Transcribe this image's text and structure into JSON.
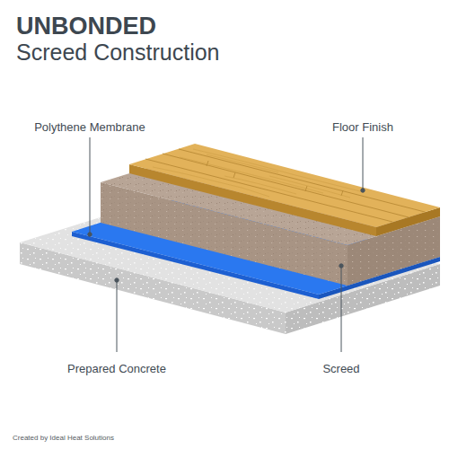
{
  "diagram": {
    "title": "UNBONDED",
    "caption": "Created by Ideal Heat Solutions",
    "labels": [
      "Screed Construction",
      "Polythene Membrane",
      "Floor Finish",
      "Prepared Concrete",
      "Screed"
    ]
  }
}
